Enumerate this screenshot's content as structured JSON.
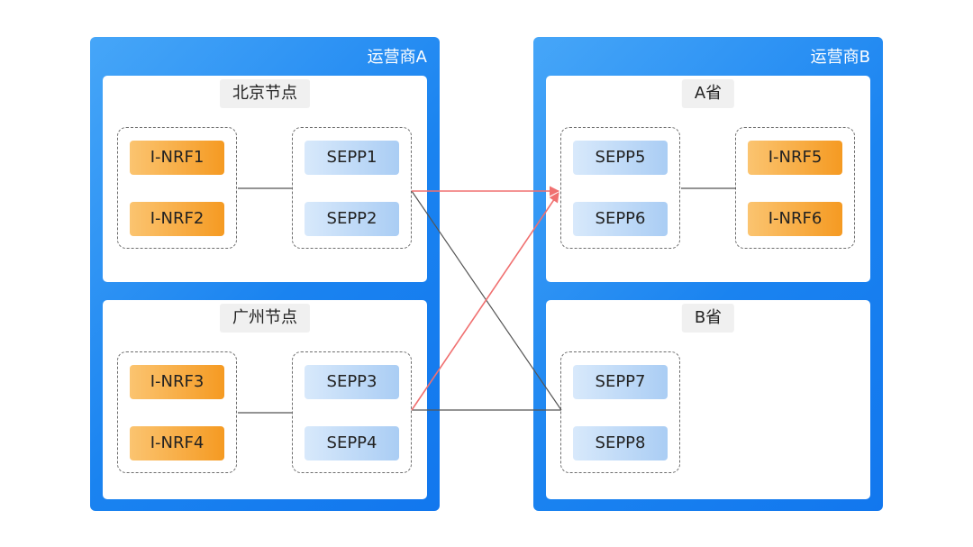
{
  "operators": [
    {
      "title": "运营商A",
      "regions": [
        {
          "title": "北京节点",
          "left_nodes": [
            "I-NRF1",
            "I-NRF2"
          ],
          "right_nodes": [
            "SEPP1",
            "SEPP2"
          ]
        },
        {
          "title": "广州节点",
          "left_nodes": [
            "I-NRF3",
            "I-NRF4"
          ],
          "right_nodes": [
            "SEPP3",
            "SEPP4"
          ]
        }
      ]
    },
    {
      "title": "运营商B",
      "regions": [
        {
          "title": "A省",
          "left_nodes": [
            "SEPP5",
            "SEPP6"
          ],
          "right_nodes": [
            "I-NRF5",
            "I-NRF6"
          ]
        },
        {
          "title": "B省",
          "left_nodes": [
            "SEPP7",
            "SEPP8"
          ],
          "right_nodes": []
        }
      ]
    }
  ],
  "colors": {
    "operator_blue": "#1a83f0",
    "nrf_orange": "#f59a22",
    "sepp_blue": "#aacdf4",
    "link_gray": "#555555",
    "link_red": "#f07070"
  }
}
